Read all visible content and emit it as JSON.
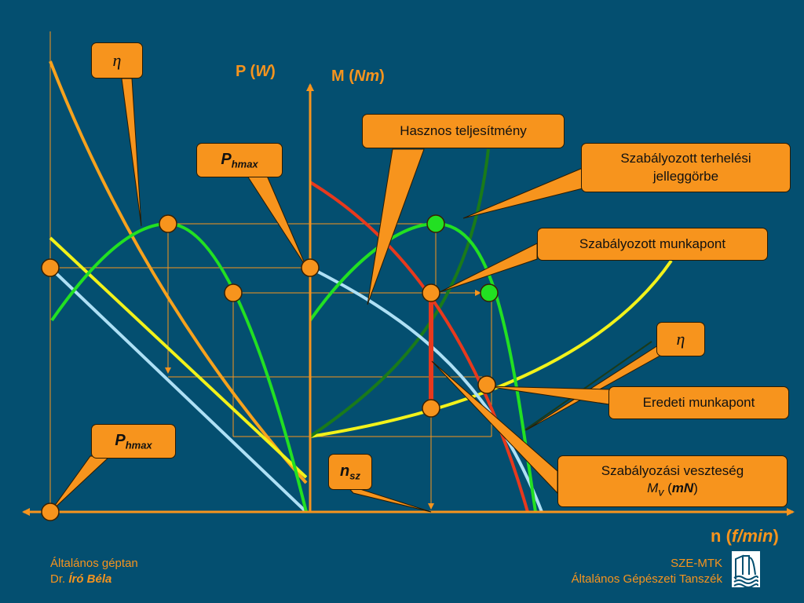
{
  "axes": {
    "p_axis": {
      "name": "P",
      "unit": "W"
    },
    "m_axis": {
      "name": "M",
      "unit": "Nm"
    },
    "n_axis": {
      "name": "n",
      "unit": "f/min"
    }
  },
  "labels": {
    "eta_top": "η",
    "p_hmax_upper": {
      "main": "P",
      "sub": "hmax"
    },
    "p_hmax_lower": {
      "main": "P",
      "sub": "hmax"
    },
    "hasznos": "Hasznos teljesítmény",
    "szab_terhelesi": "Szabályozott terhelési jelleggörbe",
    "szab_munkapont": "Szabályozott munkapont",
    "eta_right": "η",
    "eredeti_munkapont": "Eredeti munkapont",
    "n_sz": {
      "main": "n",
      "sub": "sz"
    },
    "szab_veszteseg": {
      "line1": "Szabályozási veszteség",
      "sym_main": "M",
      "sym_sub": "v",
      "unit": "mN"
    }
  },
  "footer": {
    "left_line1": "Általános géptan",
    "left_line2_prefix": "Dr. ",
    "left_line2_name": "Író Béla",
    "right_line1": "SZE-MTK",
    "right_line2": "Általános Gépészeti Tanszék"
  },
  "colors": {
    "background": "#044f70",
    "axis": "#f7941d",
    "power_curve": "#22e022",
    "torque_curve": "#aee0f5",
    "efficiency_curve": "#f7a21d",
    "load_curve": "#f2f21a",
    "controlled_load": "#1a7a1a",
    "loss_segment": "#e8391d",
    "point": "#f7941d",
    "controlled_point": "#22e022"
  }
}
